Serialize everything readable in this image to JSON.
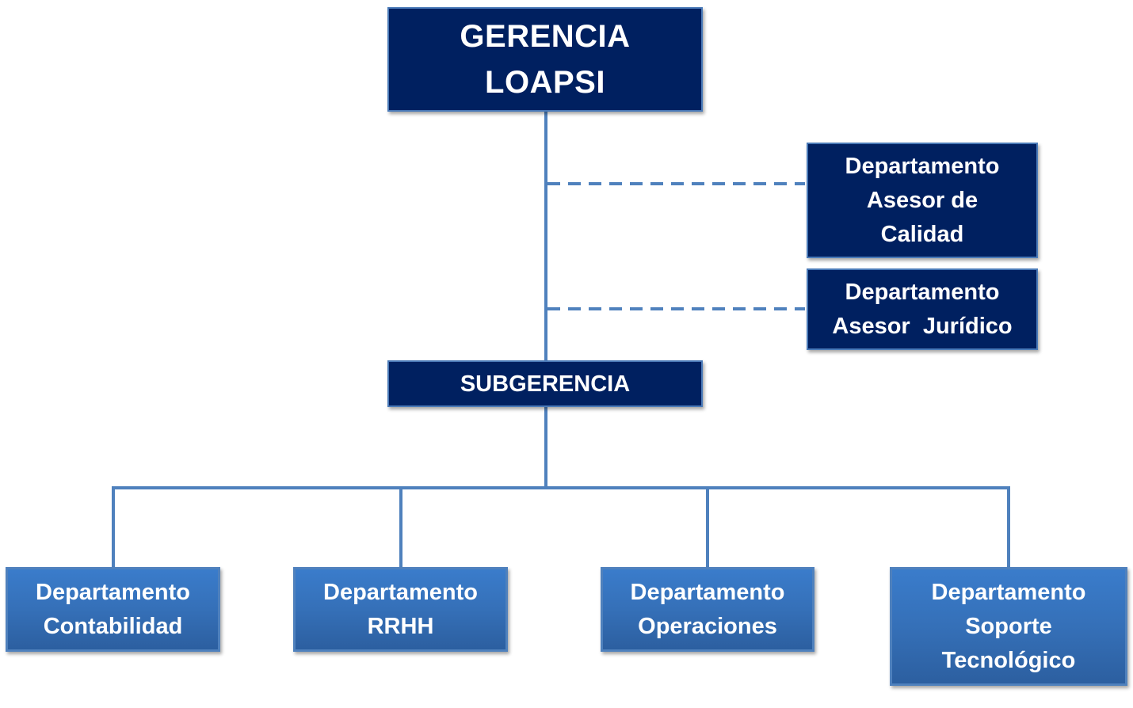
{
  "diagram": {
    "type": "org-chart",
    "colors": {
      "dark_box": "#002060",
      "light_box": "#3a7ccb",
      "connector": "#4f81bd",
      "text": "#ffffff"
    },
    "nodes": {
      "gerencia": {
        "label": "GERENCIA\nLOAPSI"
      },
      "asesor_calidad": {
        "label": "Departamento\nAsesor de\nCalidad",
        "relation": "advisory (dashed)"
      },
      "asesor_juridico": {
        "label": "Departamento\nAsesor  Jurídico",
        "relation": "advisory (dashed)"
      },
      "subgerencia": {
        "label": "SUBGERENCIA"
      },
      "contabilidad": {
        "label": "Departamento\nContabilidad"
      },
      "rrhh": {
        "label": "Departamento\nRRHH"
      },
      "operaciones": {
        "label": "Departamento\nOperaciones"
      },
      "soporte": {
        "label": "Departamento\nSoporte\nTecnológico"
      }
    },
    "edges": [
      {
        "from": "gerencia",
        "to": "subgerencia",
        "style": "solid"
      },
      {
        "from": "gerencia",
        "to": "asesor_calidad",
        "style": "dashed"
      },
      {
        "from": "gerencia",
        "to": "asesor_juridico",
        "style": "dashed"
      },
      {
        "from": "subgerencia",
        "to": "contabilidad",
        "style": "solid"
      },
      {
        "from": "subgerencia",
        "to": "rrhh",
        "style": "solid"
      },
      {
        "from": "subgerencia",
        "to": "operaciones",
        "style": "solid"
      },
      {
        "from": "subgerencia",
        "to": "soporte",
        "style": "solid"
      }
    ]
  }
}
